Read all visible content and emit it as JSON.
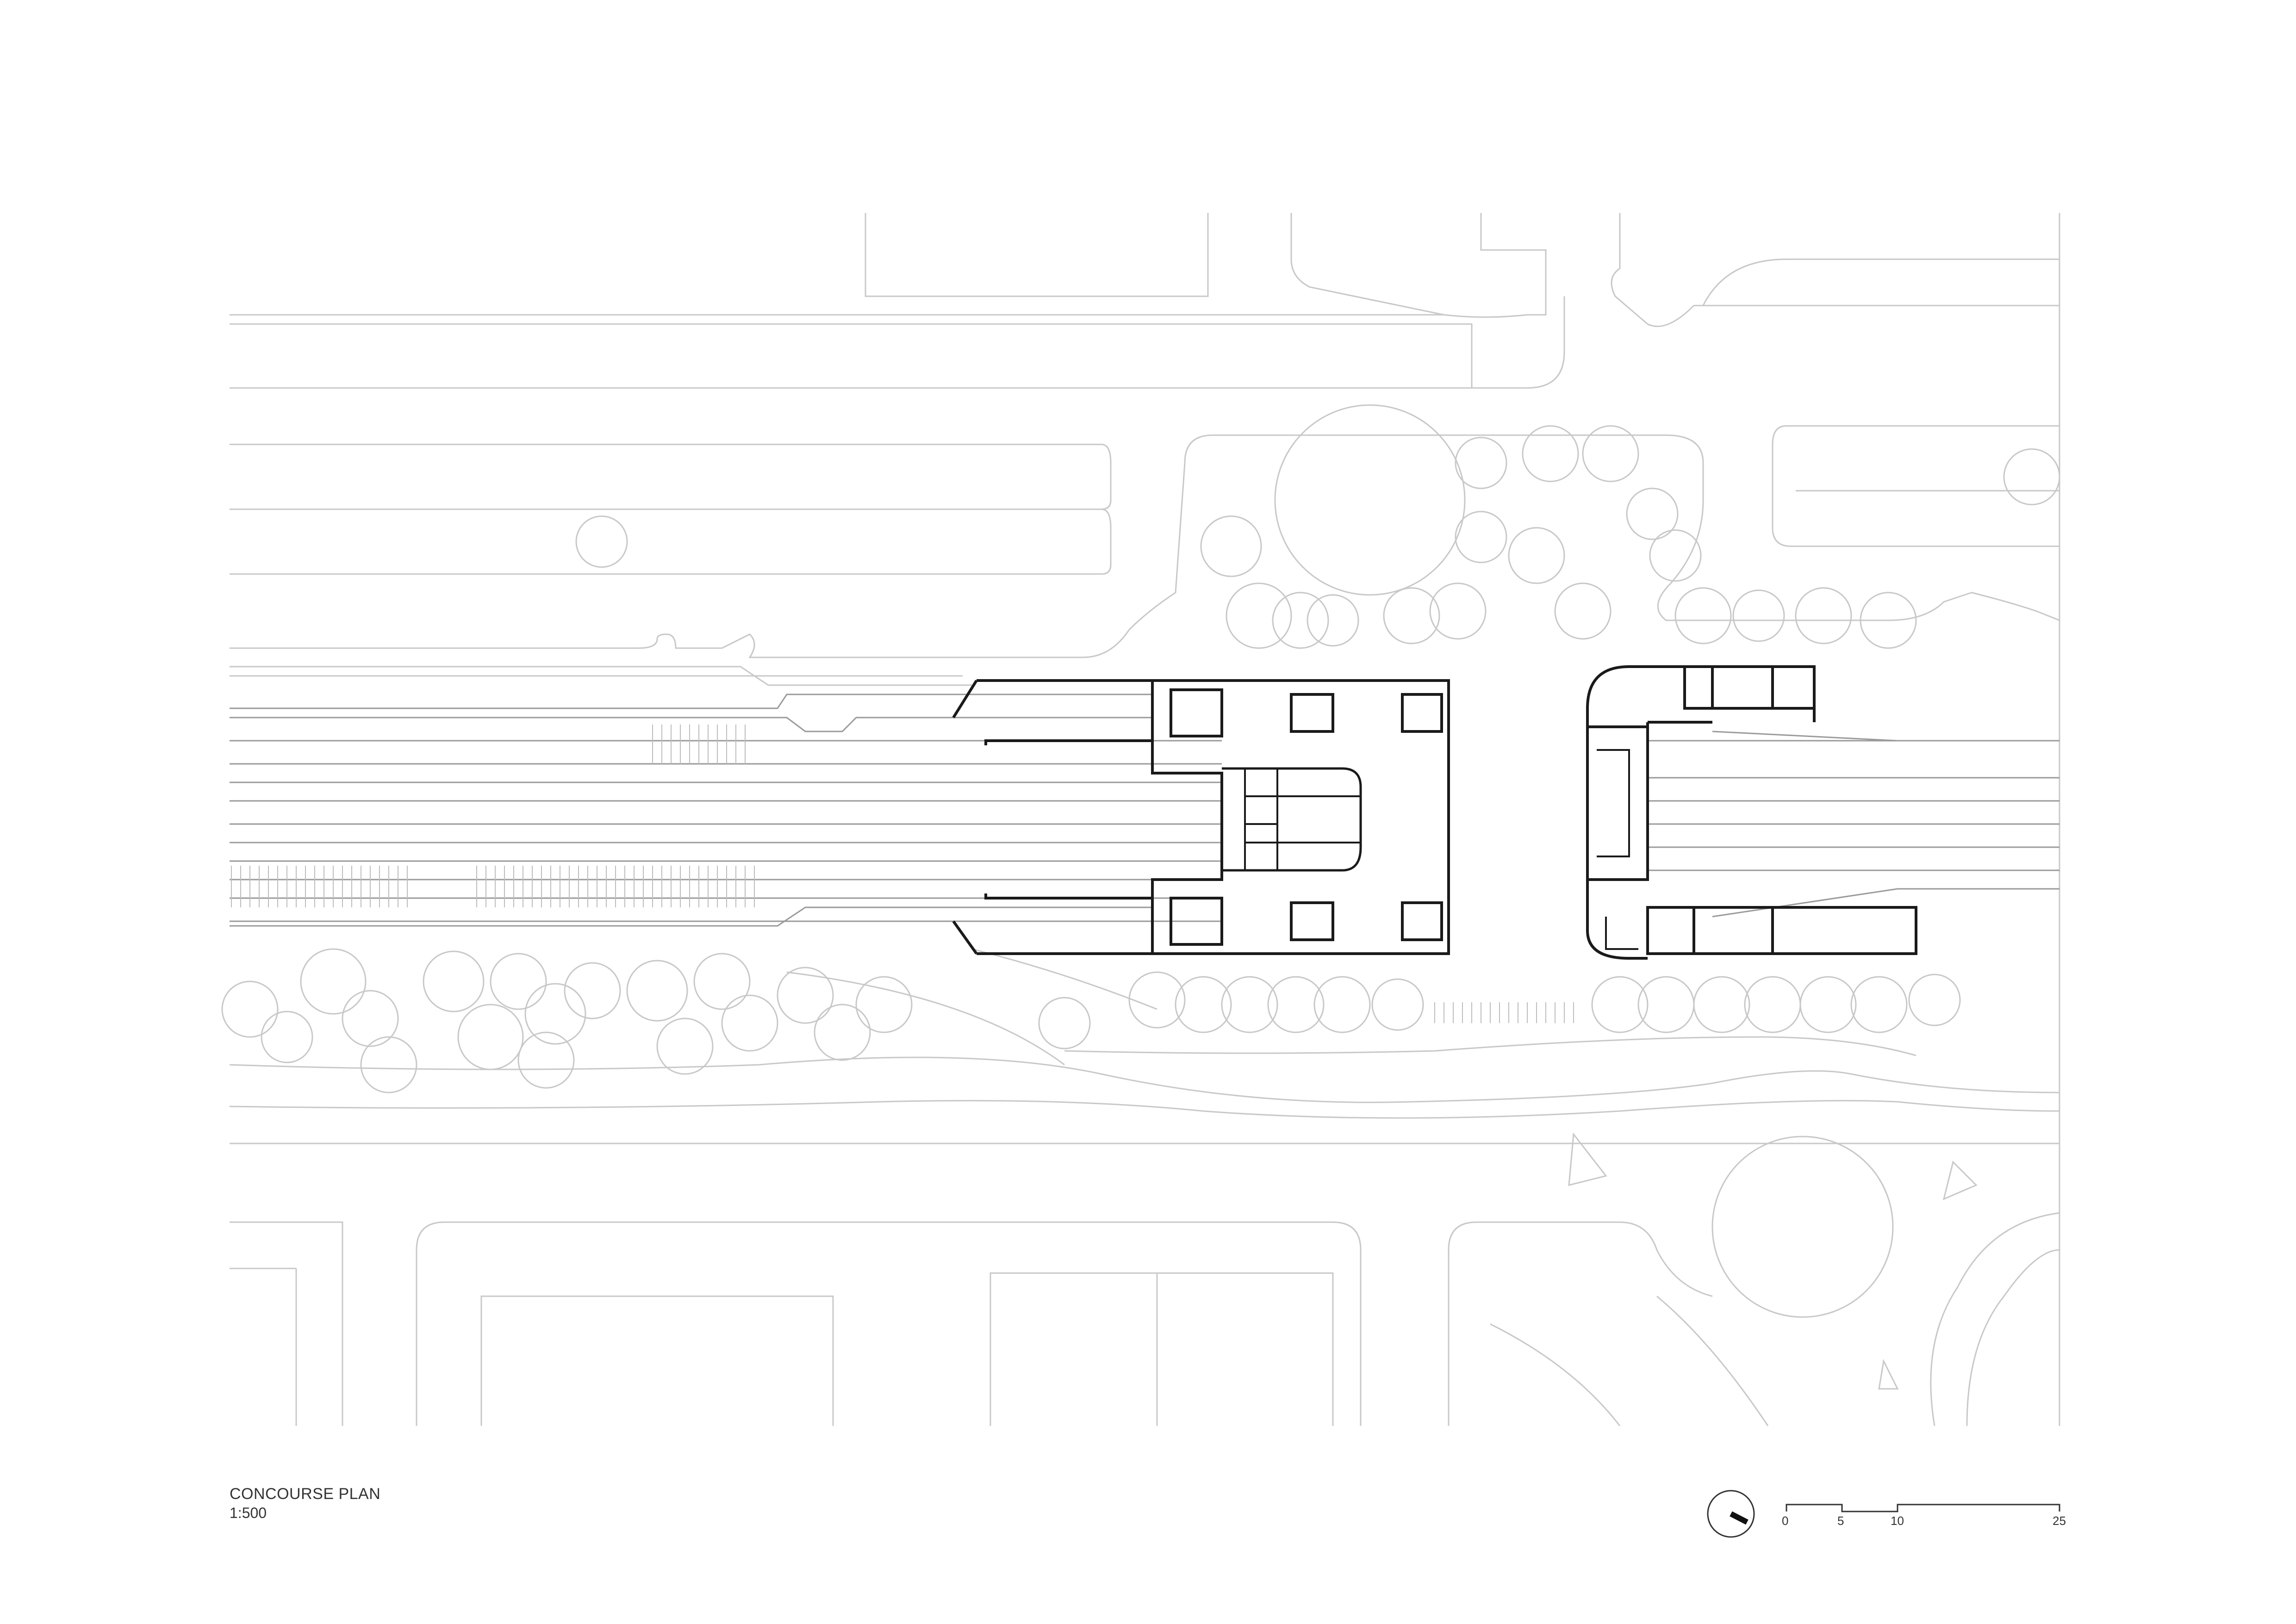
{
  "plan": {
    "title": "CONCOURSE PLAN",
    "scale_ratio": "1:500",
    "scale_bar": {
      "ticks": [
        "0",
        "5",
        "10",
        "25"
      ],
      "unit_values": [
        0,
        5,
        10,
        25
      ]
    },
    "north_arrow": "north-arrow-icon"
  },
  "colors": {
    "background": "#ffffff",
    "context_line": "#c8c8c8",
    "building_line": "#1a1a1a",
    "text": "#333333"
  }
}
